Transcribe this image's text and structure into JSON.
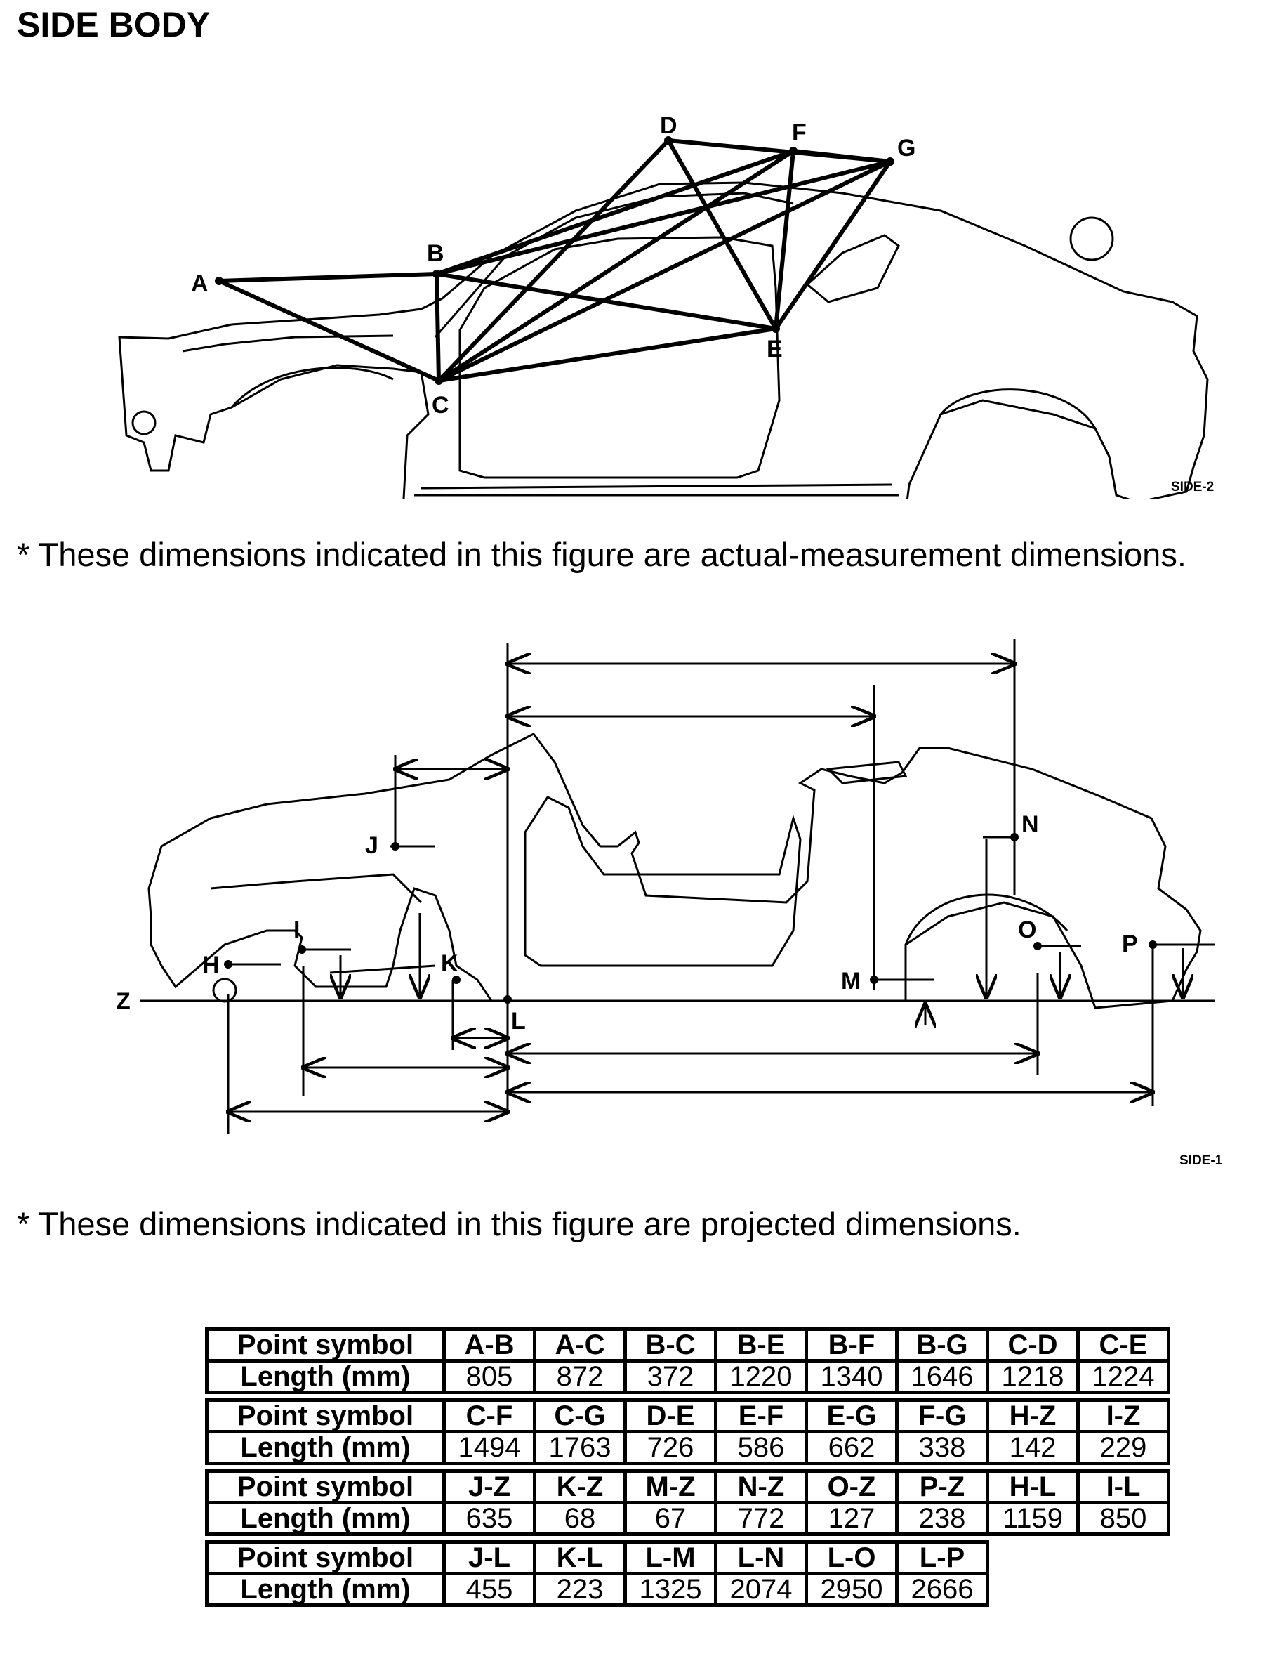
{
  "page_title": "SIDE BODY",
  "figure1": {
    "code": "SIDE-2",
    "points": {
      "A": "A",
      "B": "B",
      "C": "C",
      "D": "D",
      "E": "E",
      "F": "F",
      "G": "G"
    }
  },
  "note1": "* These dimensions indicated in this figure are actual-measurement dimensions.",
  "figure2": {
    "code": "SIDE-1",
    "points": {
      "H": "H",
      "I": "I",
      "J": "J",
      "K": "K",
      "L": "L",
      "M": "M",
      "N": "N",
      "O": "O",
      "P": "P",
      "Z": "Z"
    }
  },
  "note2": "* These dimensions indicated in this figure are projected dimensions.",
  "table": {
    "row_label_symbol": "Point symbol",
    "row_label_length": "Length (mm)",
    "groups": [
      {
        "symbols": [
          "A-B",
          "A-C",
          "B-C",
          "B-E",
          "B-F",
          "B-G",
          "C-D",
          "C-E"
        ],
        "lengths": [
          "805",
          "872",
          "372",
          "1220",
          "1340",
          "1646",
          "1218",
          "1224"
        ]
      },
      {
        "symbols": [
          "C-F",
          "C-G",
          "D-E",
          "E-F",
          "E-G",
          "F-G",
          "H-Z",
          "I-Z"
        ],
        "lengths": [
          "1494",
          "1763",
          "726",
          "586",
          "662",
          "338",
          "142",
          "229"
        ]
      },
      {
        "symbols": [
          "J-Z",
          "K-Z",
          "M-Z",
          "N-Z",
          "O-Z",
          "P-Z",
          "H-L",
          "I-L"
        ],
        "lengths": [
          "635",
          "68",
          "67",
          "772",
          "127",
          "238",
          "1159",
          "850"
        ]
      },
      {
        "symbols": [
          "J-L",
          "K-L",
          "L-M",
          "L-N",
          "L-O",
          "L-P"
        ],
        "lengths": [
          "455",
          "223",
          "1325",
          "2074",
          "2950",
          "2666"
        ]
      }
    ]
  }
}
